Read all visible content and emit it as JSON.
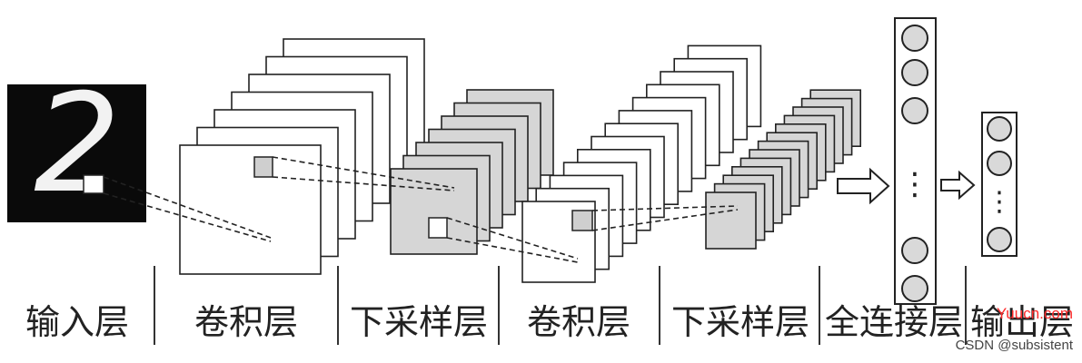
{
  "diagram": {
    "layer_labels": [
      "输入层",
      "卷积层",
      "下采样层",
      "卷积层",
      "下采样层",
      "全连接层",
      "输出层"
    ],
    "input_digit": "2",
    "vertical_dots": "⋮"
  },
  "watermarks": {
    "site": "Yuucn.com",
    "source": "CSDN @subsistent"
  },
  "colors": {
    "feature_map_fill": "#ffffff",
    "pooled_map_fill": "#d6d6d6",
    "input_background": "#0a0a0a",
    "stroke": "#222222",
    "neuron_fill": "#d9d9d9"
  }
}
